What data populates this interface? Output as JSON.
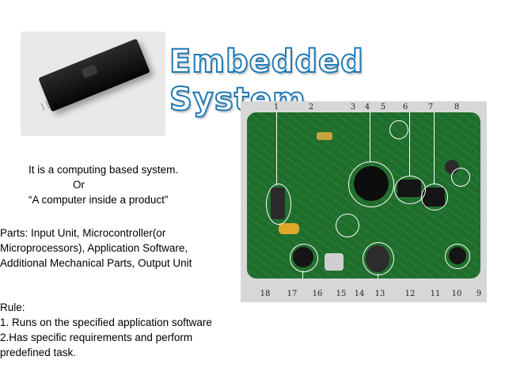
{
  "slide": {
    "title": "Embedded System",
    "definition": {
      "line1": "It is a computing based system.",
      "line2": "Or",
      "line3": "“A computer inside a product”"
    },
    "parts": "Parts: Input Unit, Microcontroller(or Microprocessors), Application Software, Additional Mechanical Parts, Output Unit",
    "rule": {
      "heading": "Rule:",
      "item1": "1. Runs on the specified application software",
      "item2": "2.Has specific requirements and perform predefined task."
    }
  },
  "board_labels": {
    "top": [
      "1",
      "2",
      "3",
      "4",
      "5",
      "6",
      "7",
      "8"
    ],
    "bottom": [
      "18",
      "17",
      "16",
      "15",
      "14",
      "13",
      "12",
      "11",
      "10",
      "9"
    ]
  },
  "colors": {
    "title_outline": "#1f78b4",
    "pcb_green": "#1f6f2c"
  }
}
